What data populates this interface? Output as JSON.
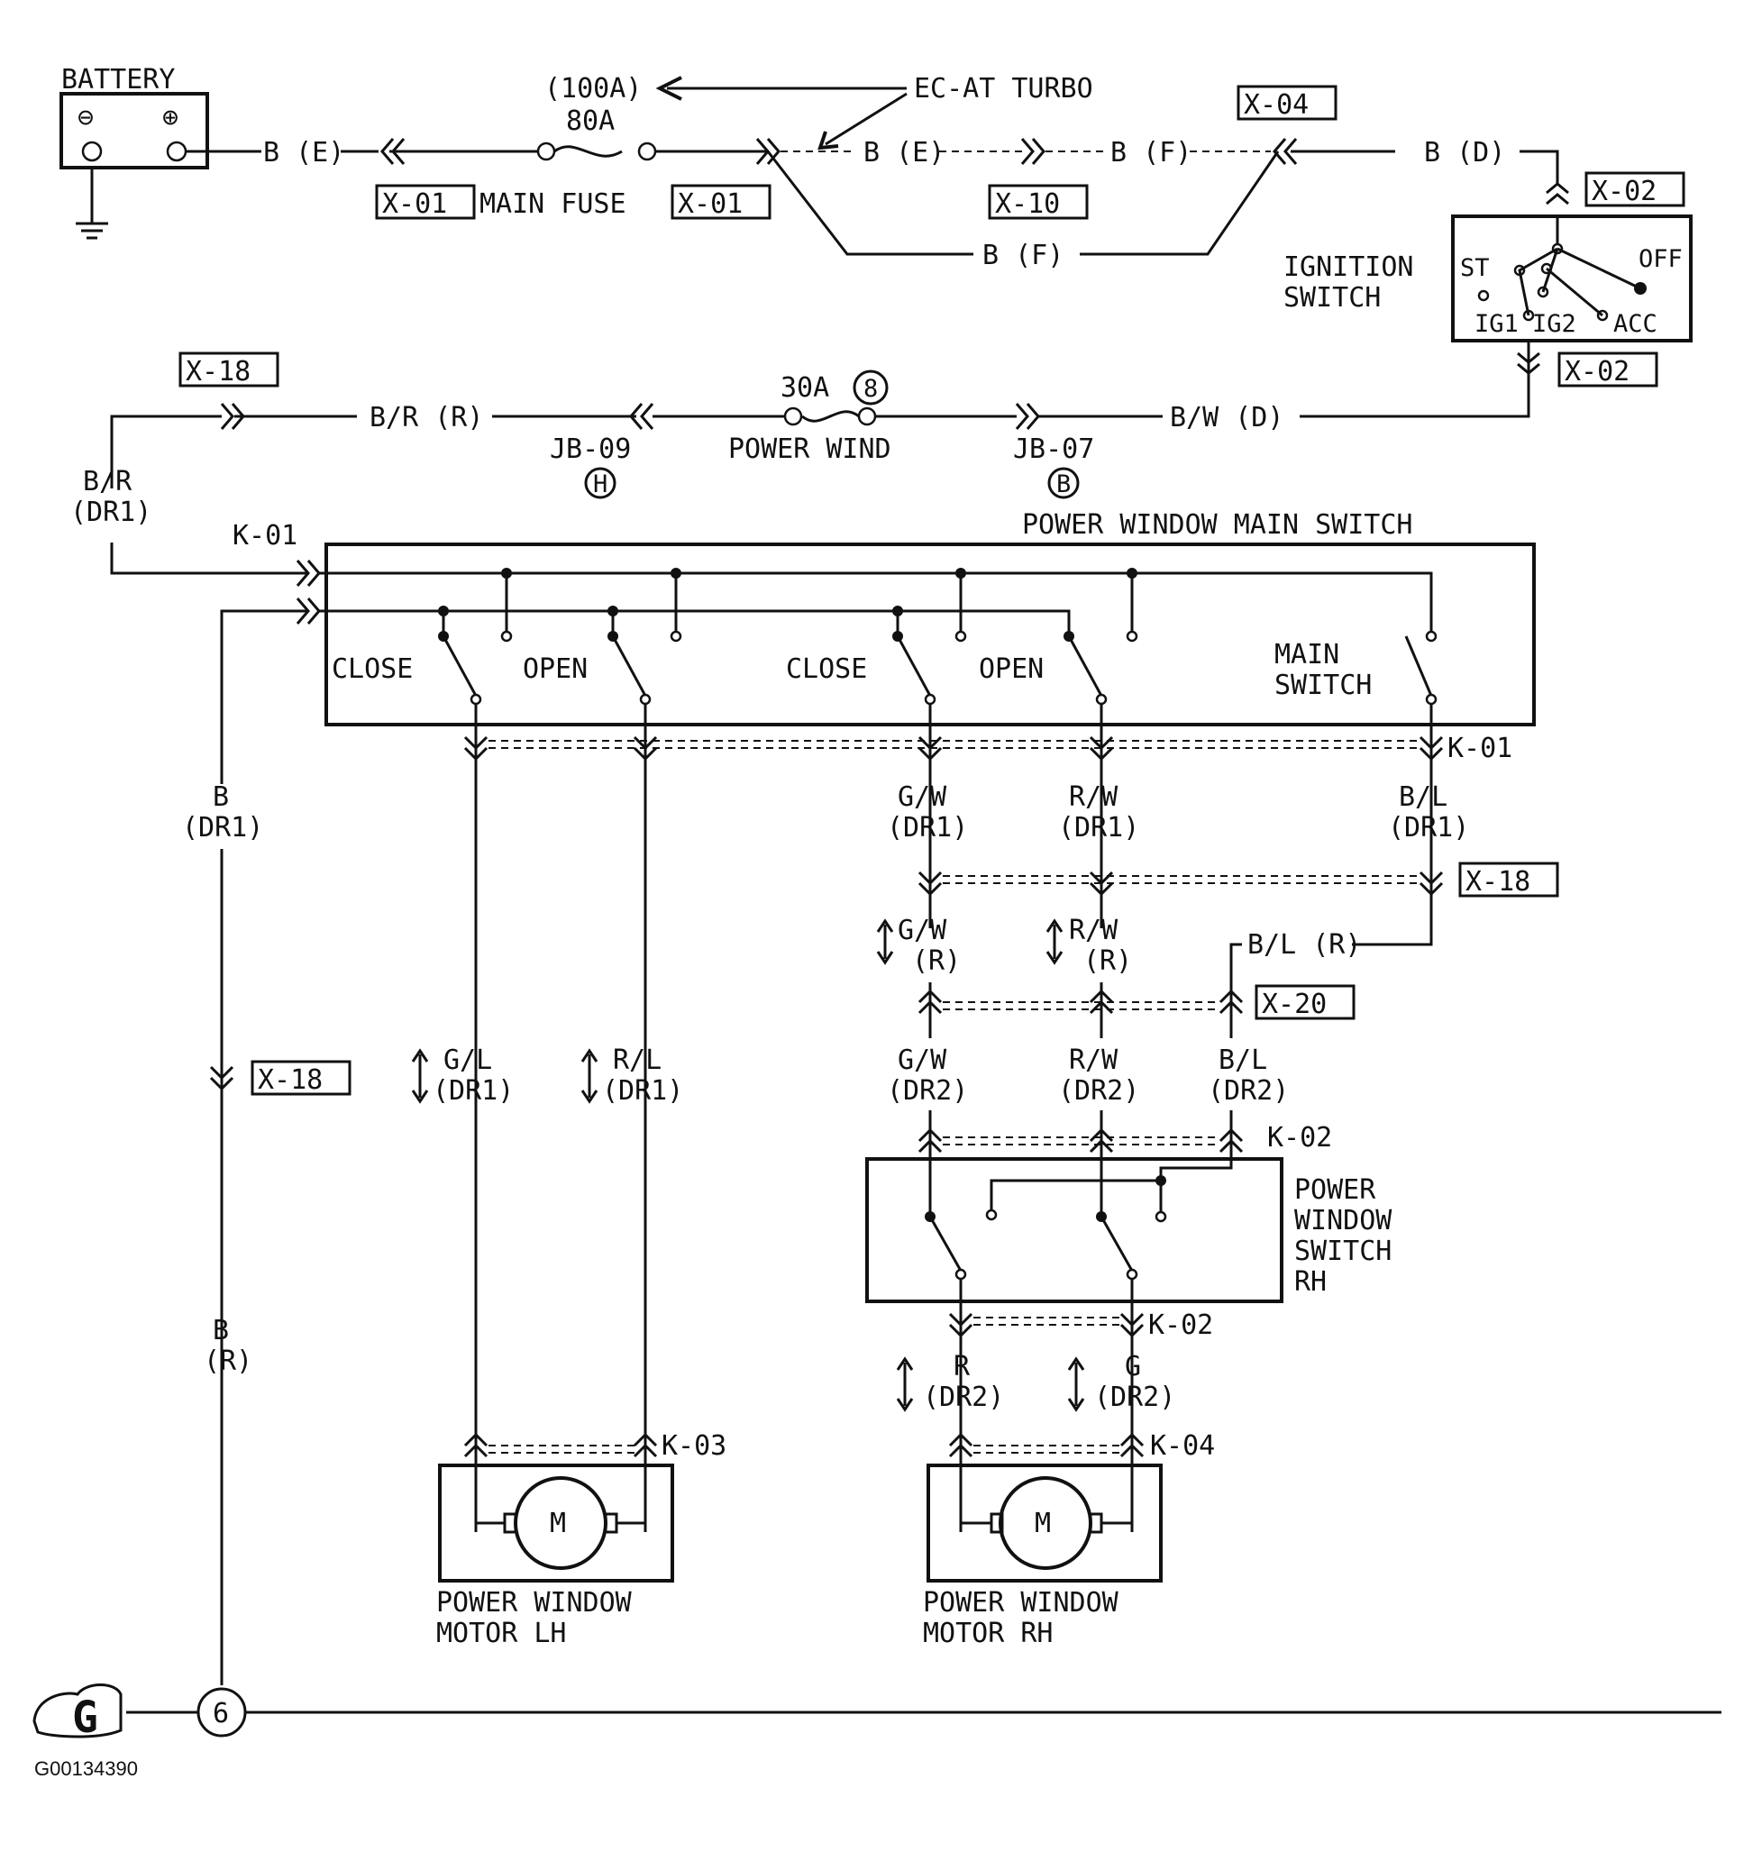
{
  "battery": {
    "label": "BATTERY",
    "neg": "⊖",
    "pos": "⊕"
  },
  "main_fuse": {
    "rating_alt": "(100A)",
    "rating": "80A",
    "label": "MAIN FUSE"
  },
  "ec_at_turbo": "EC-AT  TURBO",
  "ignition_switch": {
    "label_1": "IGNITION",
    "label_2": "SWITCH",
    "st": "ST",
    "off": "OFF",
    "ig1": "IG1",
    "ig2": "IG2",
    "acc": "ACC"
  },
  "fuse_30a": {
    "rating": "30A",
    "ref": "8",
    "label": "POWER WIND"
  },
  "junction_blocks": {
    "jb09": "JB-09",
    "jb09_ref": "H",
    "jb07": "JB-07",
    "jb07_ref": "B"
  },
  "main_switch": {
    "title": "POWER  WINDOW  MAIN  SWITCH",
    "close_1": "CLOSE",
    "open_1": "OPEN",
    "close_2": "CLOSE",
    "open_2": "OPEN",
    "main_1": "MAIN",
    "main_2": "SWITCH"
  },
  "rh_switch": {
    "line_1": "POWER",
    "line_2": "WINDOW",
    "line_3": "SWITCH",
    "line_4": "RH"
  },
  "motor_lh": {
    "symbol": "M",
    "line_1": "POWER  WINDOW",
    "line_2": "MOTOR  LH"
  },
  "motor_rh": {
    "symbol": "M",
    "line_1": "POWER  WINDOW",
    "line_2": "MOTOR  RH"
  },
  "connectors": {
    "x01a": "X-01",
    "x01b": "X-01",
    "x04": "X-04",
    "x10": "X-10",
    "x02a": "X-02",
    "x02b": "X-02",
    "x18a": "X-18",
    "x18b": "X-18",
    "x18c": "X-18",
    "x20": "X-20",
    "k01a": "K-01",
    "k01b": "K-01",
    "k02a": "K-02",
    "k02b": "K-02",
    "k03": "K-03",
    "k04": "K-04"
  },
  "wires": {
    "b_e_1": "B (E)",
    "b_e_2": "B (E)",
    "b_f_1": "B (F)",
    "b_f_2": "B (F)",
    "b_d": "B (D)",
    "br_r": "B/R (R)",
    "bw_d": "B/W (D)",
    "br_dr1_1": "B/R",
    "br_dr1_2": "(DR1)",
    "b_dr1_1": "B",
    "b_dr1_2": "(DR1)",
    "gw_dr1_1": "G/W",
    "gw_dr1_2": "(DR1)",
    "rw_dr1_1": "R/W",
    "rw_dr1_2": "(DR1)",
    "bl_dr1_1": "B/L",
    "bl_dr1_2": "(DR1)",
    "gw_r_1": "G/W",
    "gw_r_2": "(R)",
    "rw_r_1": "R/W",
    "rw_r_2": "(R)",
    "bl_r": "B/L (R)",
    "gw_dr2_1": "G/W",
    "gw_dr2_2": "(DR2)",
    "rw_dr2_1": "R/W",
    "rw_dr2_2": "(DR2)",
    "bl_dr2_1": "B/L",
    "bl_dr2_2": "(DR2)",
    "gl_dr1_1": "G/L",
    "gl_dr1_2": "(DR1)",
    "rl_dr1_1": "R/L",
    "rl_dr1_2": "(DR1)",
    "r_dr2_1": "R",
    "r_dr2_2": "(DR2)",
    "g_dr2_1": "G",
    "g_dr2_2": "(DR2)",
    "b_r_1": "B",
    "b_r_2": "(R)"
  },
  "ground": {
    "badge": "G",
    "node": "6"
  },
  "figure_code": "G00134390"
}
